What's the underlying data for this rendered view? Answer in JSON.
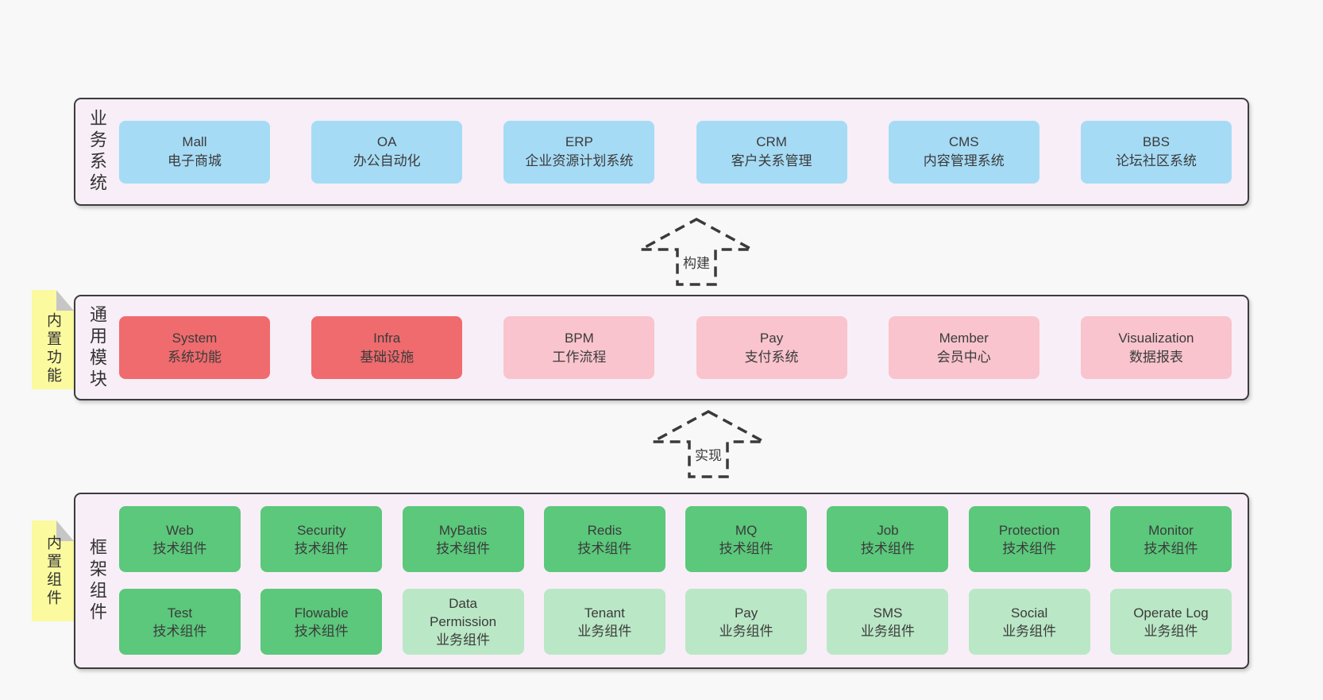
{
  "diagram": {
    "bands": [
      {
        "label": "业务系统",
        "boxes": [
          {
            "en": "Mall",
            "zh": "电子商城"
          },
          {
            "en": "OA",
            "zh": "办公自动化"
          },
          {
            "en": "ERP",
            "zh": "企业资源计划系统"
          },
          {
            "en": "CRM",
            "zh": "客户关系管理"
          },
          {
            "en": "CMS",
            "zh": "内容管理系统"
          },
          {
            "en": "BBS",
            "zh": "论坛社区系统"
          }
        ]
      },
      {
        "label": "通用模块",
        "tag": "内置功能",
        "boxes": [
          {
            "en": "System",
            "zh": "系统功能"
          },
          {
            "en": "Infra",
            "zh": "基础设施"
          },
          {
            "en": "BPM",
            "zh": "工作流程"
          },
          {
            "en": "Pay",
            "zh": "支付系统"
          },
          {
            "en": "Member",
            "zh": "会员中心"
          },
          {
            "en": "Visualization",
            "zh": "数据报表"
          }
        ]
      },
      {
        "label": "框架组件",
        "tag": "内置组件",
        "rows": [
          [
            {
              "en": "Web",
              "zh": "技术组件"
            },
            {
              "en": "Security",
              "zh": "技术组件"
            },
            {
              "en": "MyBatis",
              "zh": "技术组件"
            },
            {
              "en": "Redis",
              "zh": "技术组件"
            },
            {
              "en": "MQ",
              "zh": "技术组件"
            },
            {
              "en": "Job",
              "zh": "技术组件"
            },
            {
              "en": "Protection",
              "zh": "技术组件"
            },
            {
              "en": "Monitor",
              "zh": "技术组件"
            }
          ],
          [
            {
              "en": "Test",
              "zh": "技术组件"
            },
            {
              "en": "Flowable",
              "zh": "技术组件"
            },
            {
              "en": "Data Permission",
              "zh": "业务组件"
            },
            {
              "en": "Tenant",
              "zh": "业务组件"
            },
            {
              "en": "Pay",
              "zh": "业务组件"
            },
            {
              "en": "SMS",
              "zh": "业务组件"
            },
            {
              "en": "Social",
              "zh": "业务组件"
            },
            {
              "en": "Operate Log",
              "zh": "业务组件"
            }
          ]
        ]
      }
    ],
    "arrows": [
      {
        "label": "构建"
      },
      {
        "label": "实现"
      }
    ],
    "colors": {
      "page_bg": "#f8f8f8",
      "band_bg": "#f8eef7",
      "band_border": "#3c3c3c",
      "blue_box": "#a6dbf5",
      "red_box": "#ef6b6e",
      "pink_box": "#f9c4cd",
      "green_box": "#5bc87b",
      "green_light_box": "#bae7c6",
      "tag_bg": "#fbfa9f",
      "tag_fold": "#c6c6c6",
      "text": "#3b3b3b"
    }
  }
}
